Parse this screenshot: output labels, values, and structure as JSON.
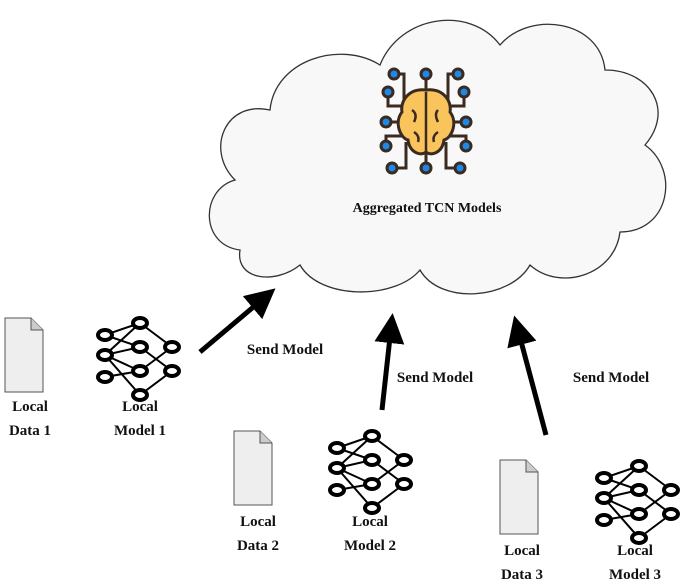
{
  "cloud": {
    "title": "Aggregated TCN  Models",
    "icon": "brain-circuit-icon"
  },
  "arrow_label": "Send Model",
  "clients": [
    {
      "data_label": [
        "Local",
        "Data 1"
      ],
      "model_label": [
        "Local",
        "Model 1"
      ]
    },
    {
      "data_label": [
        "Local",
        "Data 2"
      ],
      "model_label": [
        "Local",
        "Model 2"
      ]
    },
    {
      "data_label": [
        "Local",
        "Data 3"
      ],
      "model_label": [
        "Local",
        "Model 3"
      ]
    }
  ],
  "colors": {
    "node_blue": "#1e88e5",
    "brain": "#f9c45c",
    "outline": "#3a2a20"
  }
}
